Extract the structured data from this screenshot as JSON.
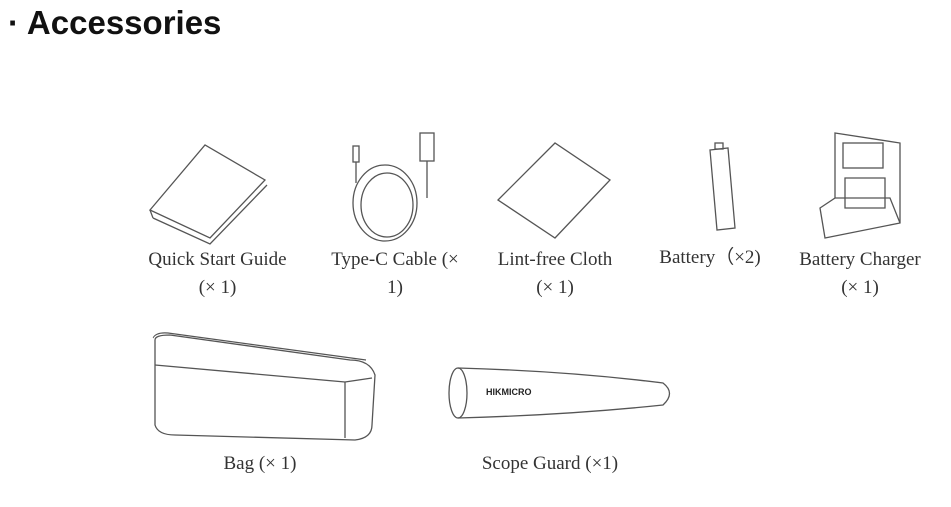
{
  "heading": "· Accessories",
  "items": [
    {
      "name": "Quick Start Guide",
      "qty": "(× 1)"
    },
    {
      "name": "Type-C Cable (×",
      "qty": "1)"
    },
    {
      "name": "Lint-free Cloth",
      "qty": "(× 1)"
    },
    {
      "name": "Battery（×2)",
      "qty": ""
    },
    {
      "name": "Battery Charger",
      "qty": "(× 1)"
    },
    {
      "name": "Bag (× 1)",
      "qty": ""
    },
    {
      "name": "Scope Guard (×1)",
      "qty": ""
    }
  ],
  "logo_text": "HIKMICRO"
}
